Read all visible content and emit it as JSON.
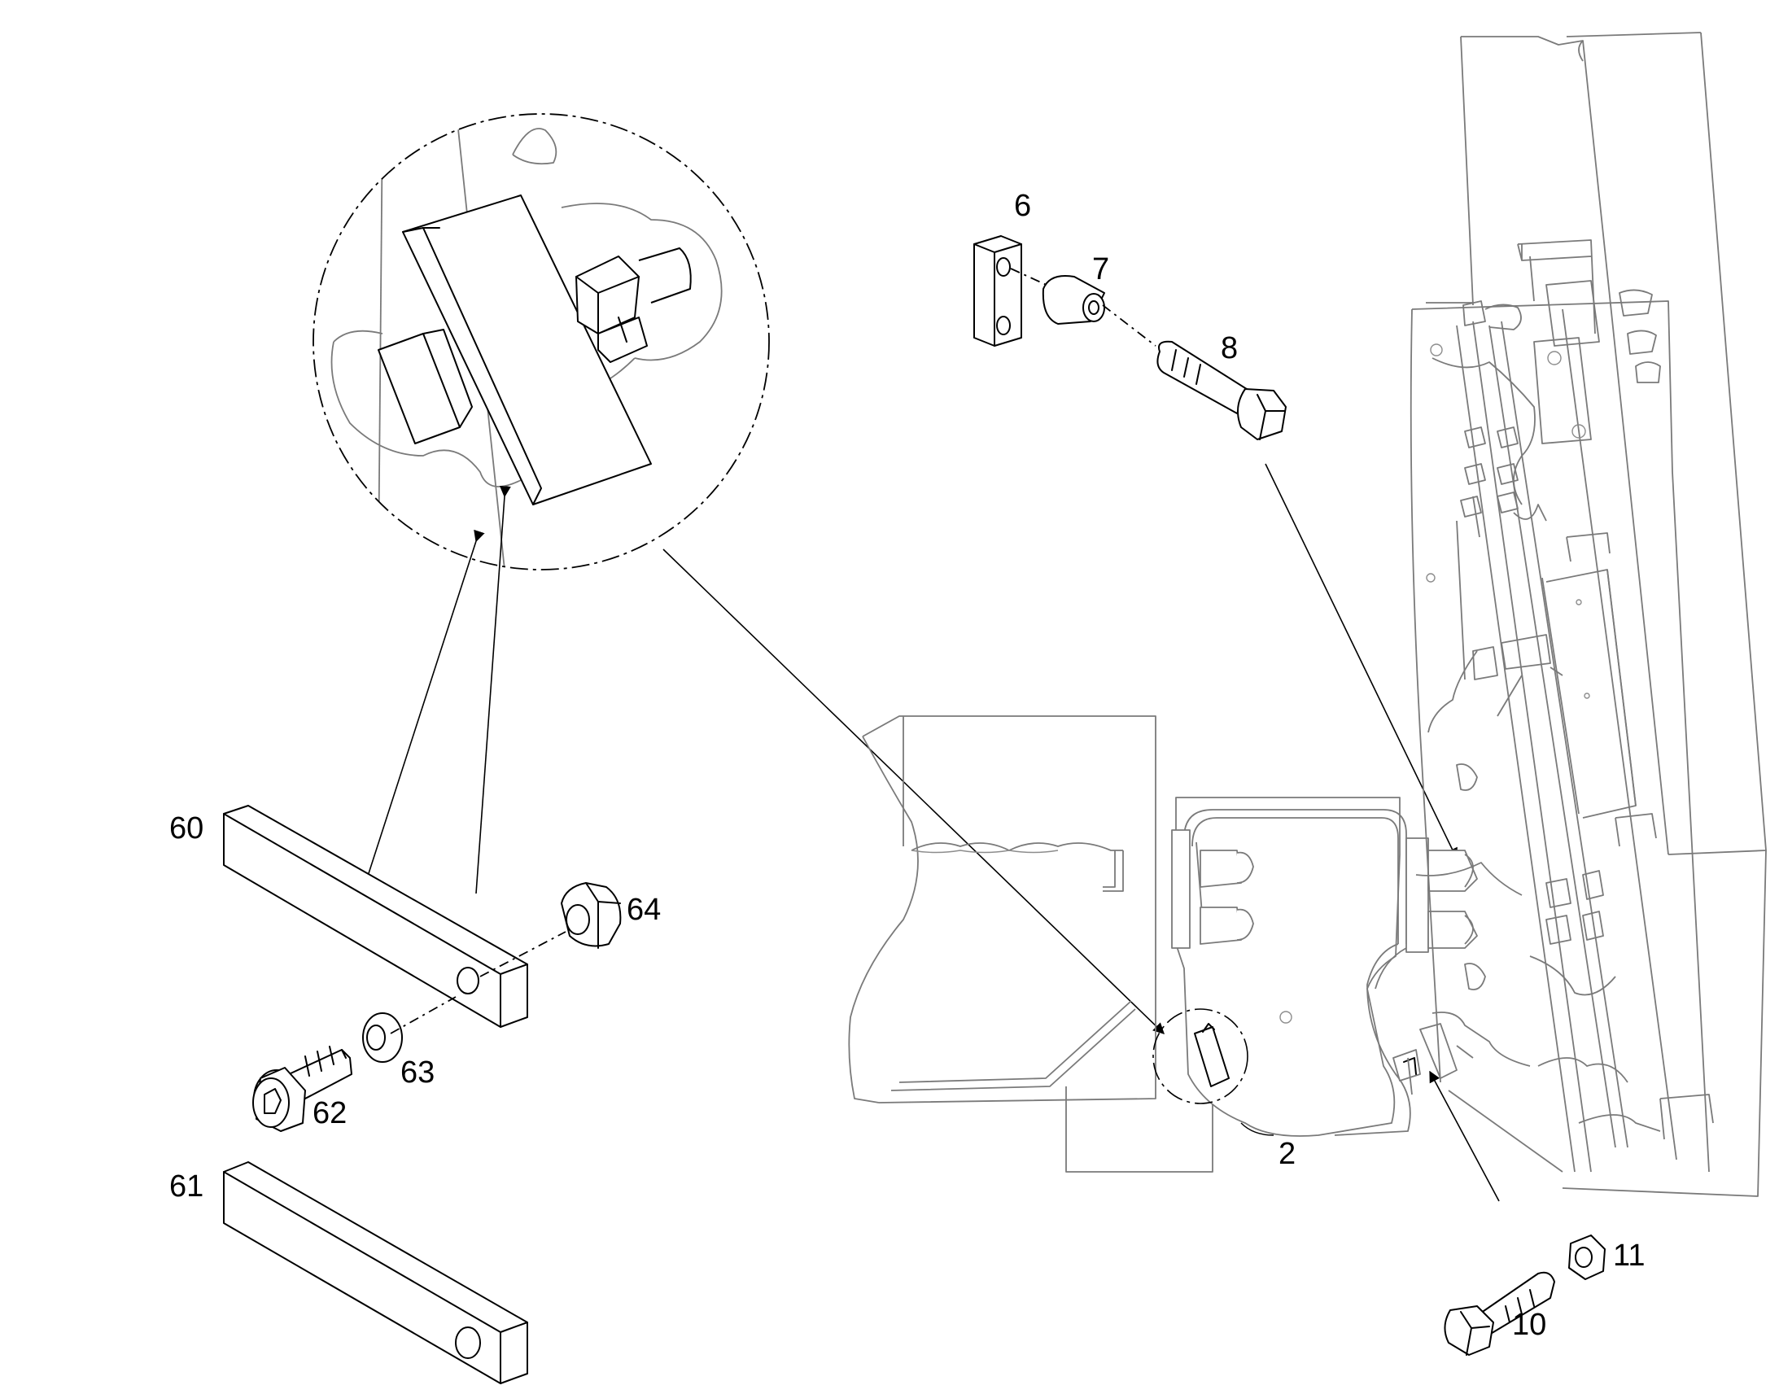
{
  "diagram": {
    "line_color": "#000000",
    "ghost_color": "#7a7a7a",
    "background": "#ffffff",
    "callouts": {
      "c2": "2",
      "c6": "6",
      "c7": "7",
      "c8": "8",
      "c10": "10",
      "c11": "11",
      "c60": "60",
      "c61": "61",
      "c62": "62",
      "c63": "63",
      "c64": "64"
    }
  }
}
